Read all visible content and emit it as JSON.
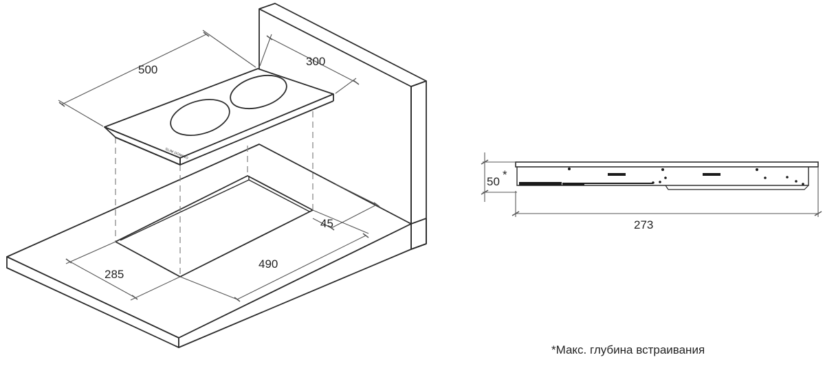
{
  "isometric_view": {
    "dimensions": {
      "hob_width": "500",
      "hob_depth": "300",
      "cutout_offset": "45",
      "cutout_depth": "285",
      "cutout_width": "490"
    },
    "hob_brand_mark": "SLIM DOMINO"
  },
  "side_view": {
    "dimensions": {
      "height": "50",
      "height_marker": "*",
      "length": "273"
    }
  },
  "footnote": "*Макс. глубина встраивания",
  "colors": {
    "line": "#2b2b2b",
    "dim_line": "#555555",
    "hidden_line": "#8a8a8a",
    "text": "#222222"
  }
}
